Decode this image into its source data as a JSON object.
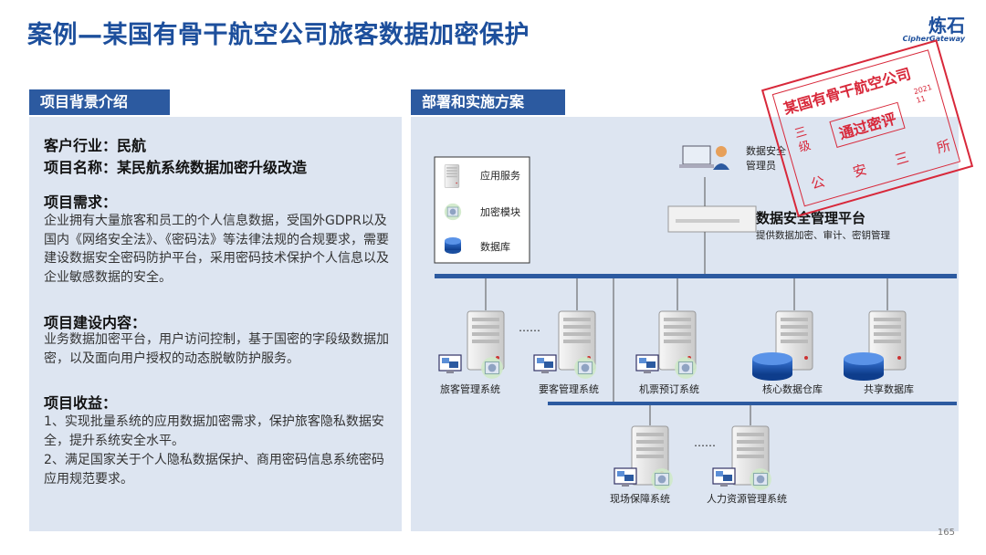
{
  "title": "案例—某国有骨干航空公司旅客数据加密保护",
  "logo": {
    "cn": "炼石",
    "en": "CipherGateway"
  },
  "left": {
    "tab": "项目背景介绍",
    "industry": "客户行业：民航",
    "project_name": "项目名称：某民航系统数据加密升级改造",
    "needs_heading": "项目需求：",
    "needs_text": "企业拥有大量旅客和员工的个人信息数据，受国外GDPR以及国内《网络安全法》、《密码法》等法律法规的合规要求，需要建设数据安全密码防护平台，采用密码技术保护个人信息以及企业敏感数据的安全。",
    "content_heading": "项目建设内容：",
    "content_text": "业务数据加密平台，用户访问控制，基于国密的字段级数据加密，以及面向用户授权的动态脱敏防护服务。",
    "benefit_heading": "项目收益：",
    "benefit_1": "1、实现批量系统的应用数据加密需求，保护旅客隐私数据安全，提升系统安全水平。",
    "benefit_2": "2、满足国家关于个人隐私数据保护、商用密码信息系统密码应用规范要求。"
  },
  "right": {
    "tab": "部署和实施方案",
    "legend": [
      "应用服务",
      "加密模块",
      "数据库"
    ],
    "admin": "数据安全\n管理员",
    "platform_title": "数据安全管理平台",
    "platform_sub": "提供数据加密、审计、密钥管理",
    "ellipsis": "……",
    "systems_row1": [
      "旅客管理系统",
      "要客管理系统",
      "机票预订系统",
      "核心数据仓库",
      "共享数据库"
    ],
    "systems_row2": [
      "现场保障系统",
      "人力资源管理系统"
    ]
  },
  "stamp": {
    "top": "某国有骨干航空公司",
    "center": "通过密评",
    "left_col": "三级",
    "bottom": "公 安 三 所",
    "date": "2021 11"
  },
  "page_number": "165"
}
